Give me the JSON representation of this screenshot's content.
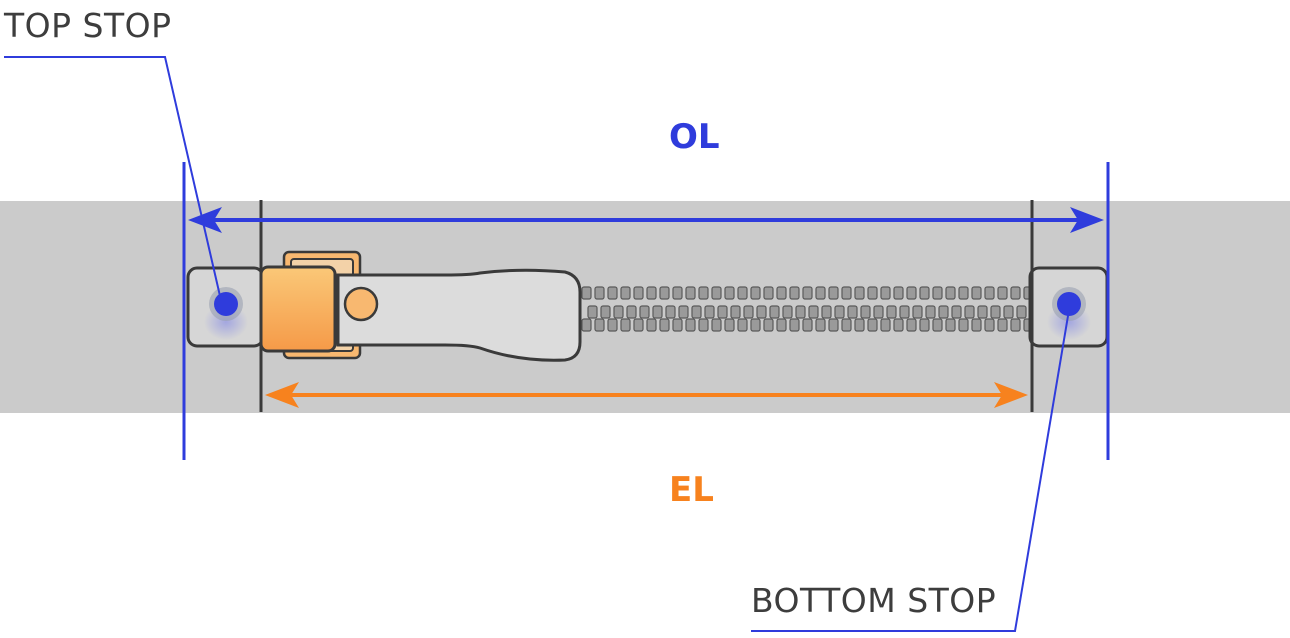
{
  "labels": {
    "top_stop": "TOP STOP",
    "bottom_stop": "BOTTOM STOP",
    "overall_length": "OL",
    "effective_length": "EL"
  },
  "colors": {
    "ol_blue": "#2f3cdc",
    "el_orange": "#f7821e",
    "tape": "#cbcbcb",
    "slider_orange": "#f8b870",
    "teeth": "#9a9a9a",
    "stop_box": "#d6d6d6",
    "outline": "#3a3a3a",
    "text": "#3d3d3d"
  }
}
